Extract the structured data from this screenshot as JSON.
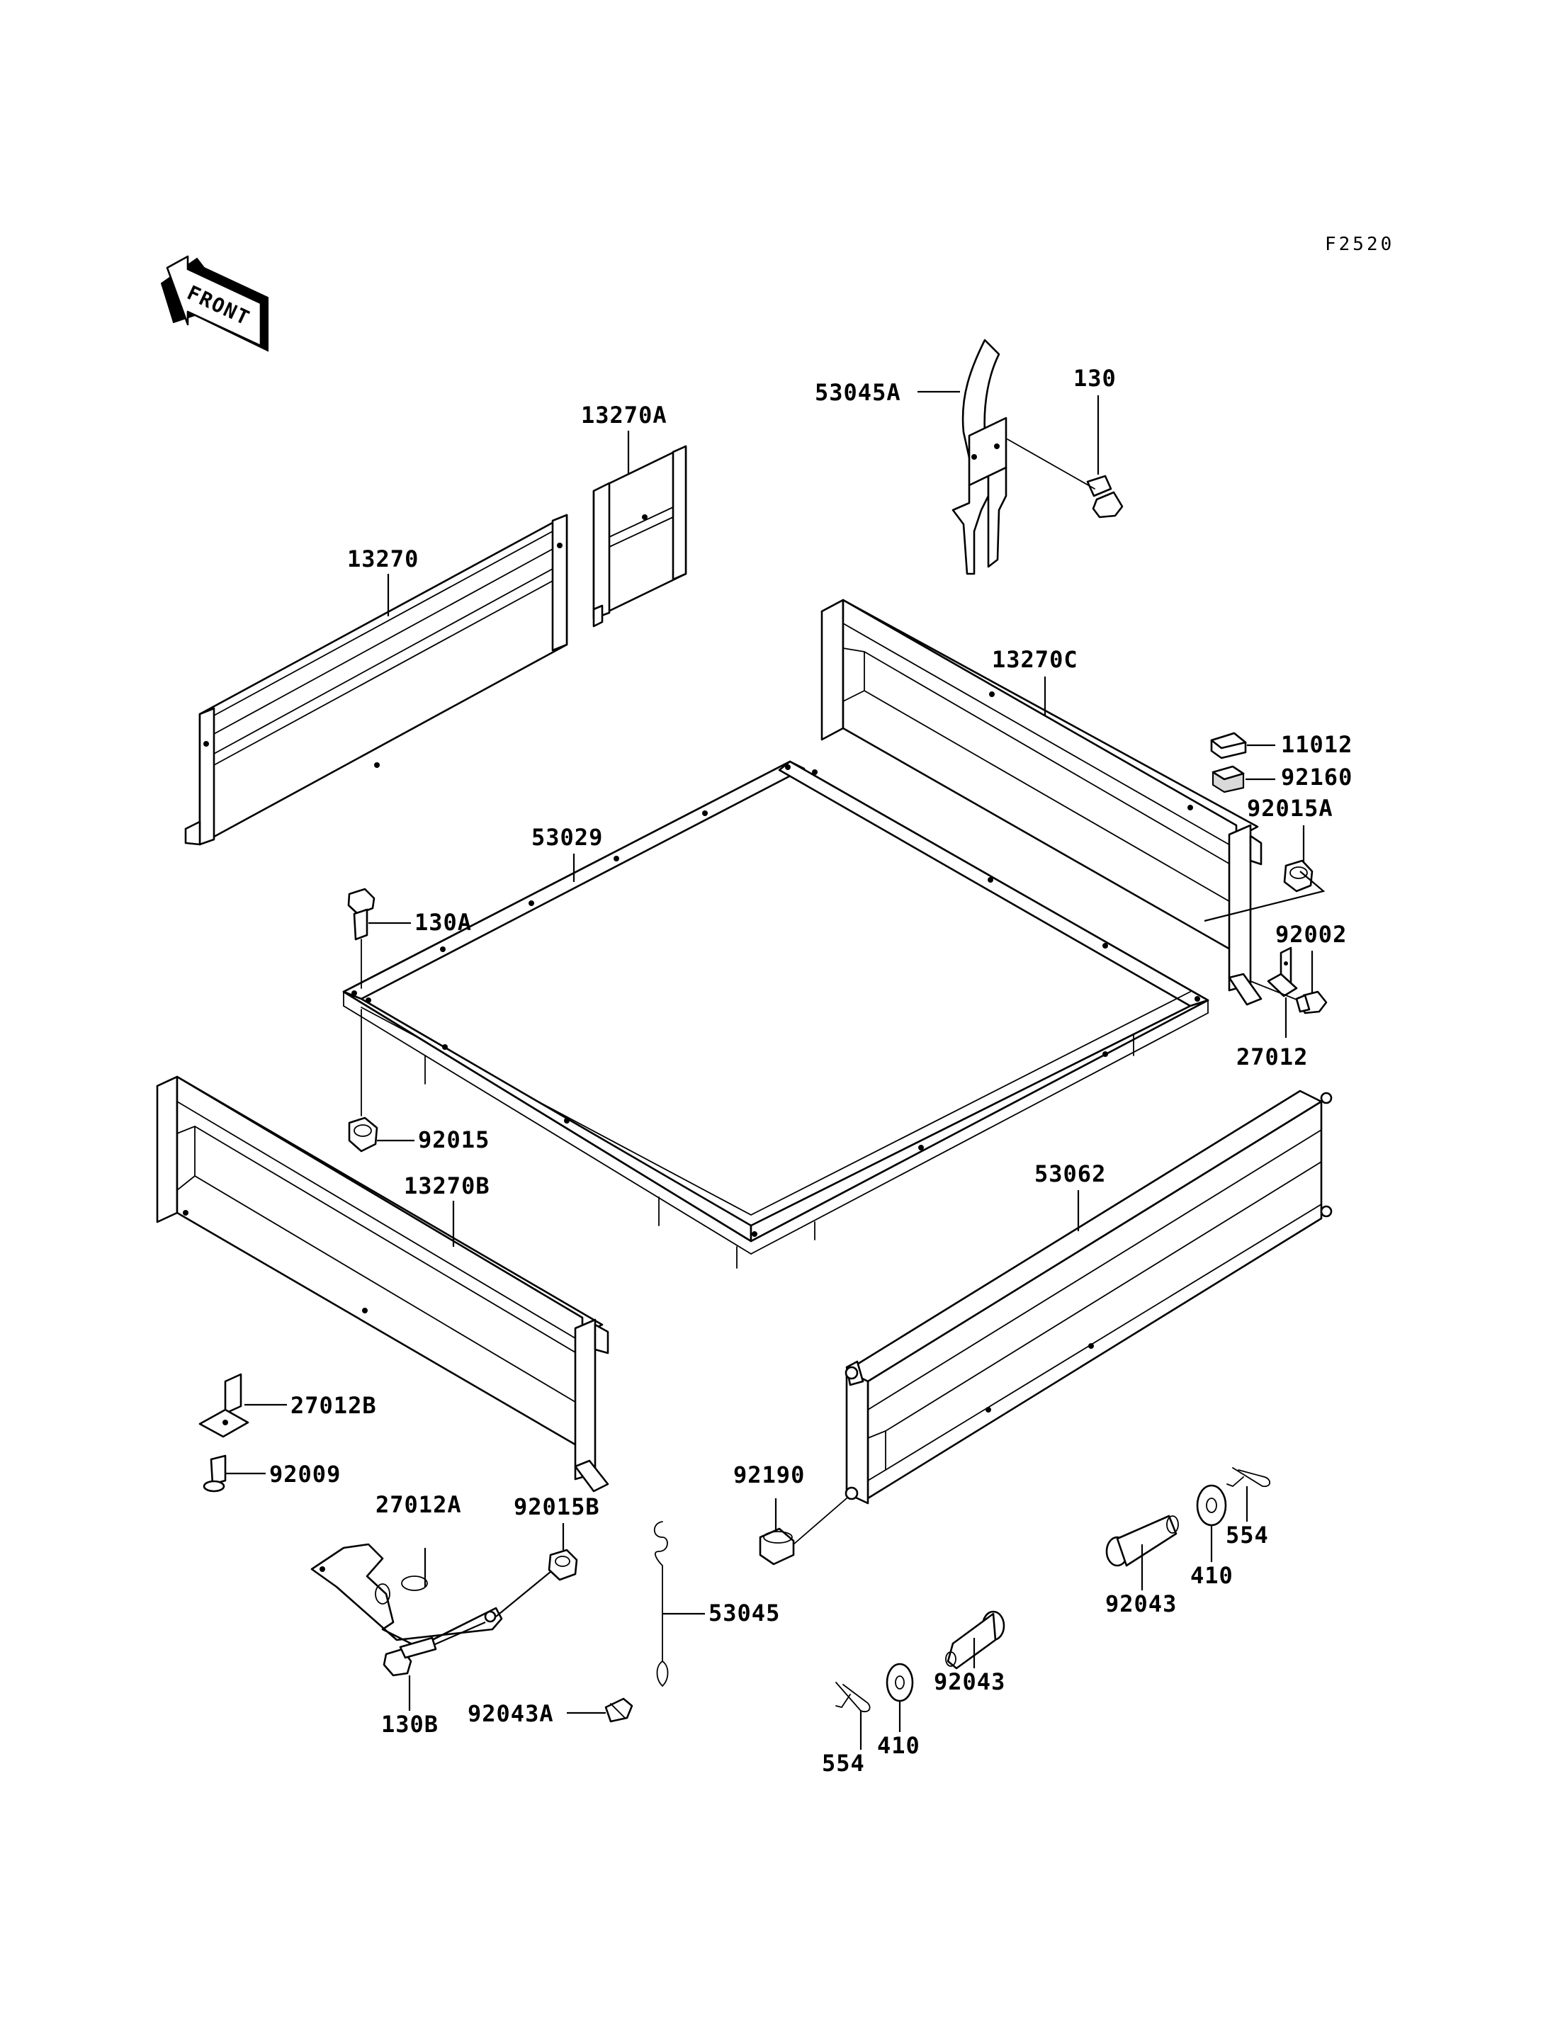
{
  "figure_code": "F2520",
  "front_label": "FRONT",
  "colors": {
    "line": "#000000",
    "background": "#ffffff",
    "shade": "#d9d9d9"
  },
  "labels": {
    "p53045A": "53045A",
    "p130": "130",
    "p13270A": "13270A",
    "p13270": "13270",
    "p13270C": "13270C",
    "p11012": "11012",
    "p92160": "92160",
    "p92015A": "92015A",
    "p53029": "53029",
    "p130A": "130A",
    "p92002": "92002",
    "p27012": "27012",
    "p92015": "92015",
    "p13270B": "13270B",
    "p53062": "53062",
    "p27012B": "27012B",
    "p92009": "92009",
    "p27012A": "27012A",
    "p92015B": "92015B",
    "p92190": "92190",
    "p53045": "53045",
    "p554a": "554",
    "p410a": "410",
    "p92043a": "92043",
    "p92043b": "92043",
    "p92043A": "92043A",
    "p130B": "130B",
    "p554b": "554",
    "p410b": "410"
  }
}
